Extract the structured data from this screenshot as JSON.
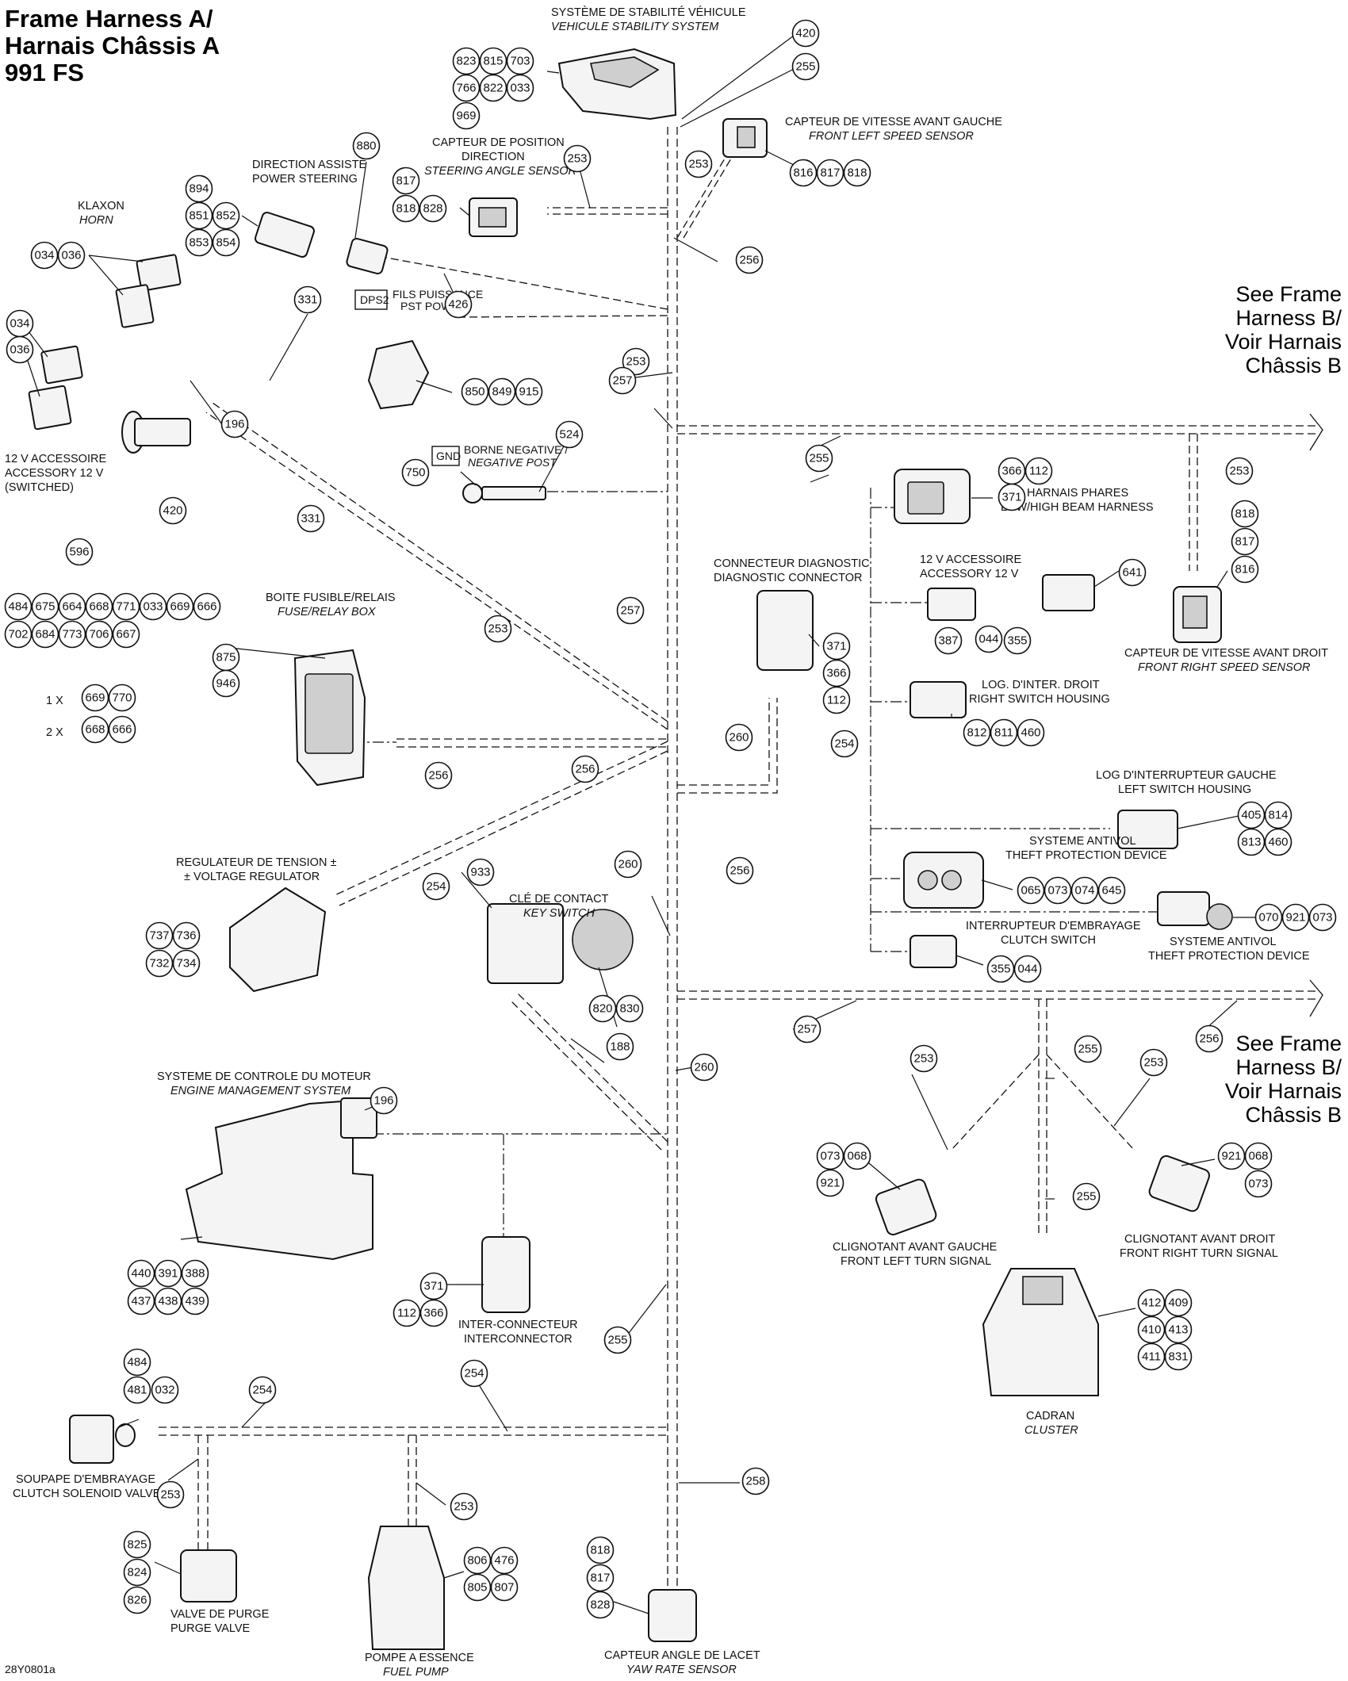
{
  "title": {
    "line1": "Frame Harness A/",
    "line2": "Harnais Châssis A",
    "line3": "991 FS"
  },
  "see_frame_b_top": [
    "See Frame",
    "Harness B/",
    "Voir Harnais",
    "Châssis B"
  ],
  "see_frame_b_bottom": [
    "See Frame",
    "Harness B/",
    "Voir Harnais",
    "Châssis B"
  ],
  "reference_code": "28Y0801a",
  "labels": {
    "vss_fr": "SYSTÈME DE STABILITÉ VÉHICULE",
    "vss_en": "VEHICULE STABILITY SYSTEM",
    "flss_fr": "CAPTEUR DE VITESSE AVANT GAUCHE",
    "flss_en": "FRONT LEFT SPEED SENSOR",
    "sas_fr1": "CAPTEUR DE POSITION",
    "sas_fr2": "DIRECTION",
    "sas_en": "STEERING ANGLE SENSOR",
    "ps_fr": "DIRECTION ASSISTÉ",
    "ps_en": "POWER STEERING",
    "horn_fr": "KLAXON",
    "horn_en": "HORN",
    "dps_box": "DPS2",
    "dps_fr": "FILS PUISSANCE",
    "dps_en": "PST POWER",
    "acc12_fr": "12 V ACCESSOIRE",
    "acc12_en1": "ACCESSORY 12 V",
    "acc12_en2": "(SWITCHED)",
    "gnd_box": "GND",
    "gnd_fr": "BORNE NEGATIVE /",
    "gnd_en": "NEGATIVE POST",
    "lowhigh_fr": "HARNAIS PHARES",
    "lowhigh_en": "LOW/HIGH BEAM HARNESS",
    "diag_fr": "CONNECTEUR DIAGNOSTIC",
    "diag_en": "DIAGNOSTIC CONNECTOR",
    "acc12b_fr": "12 V ACCESSOIRE",
    "acc12b_en": "ACCESSORY 12 V",
    "frss_fr": "CAPTEUR DE VITESSE AVANT DROIT",
    "frss_en": "FRONT RIGHT SPEED SENSOR",
    "fuse_fr": "BOITE FUSIBLE/RELAIS",
    "fuse_en": "FUSE/RELAY BOX",
    "rsh_fr": "LOG. D'INTER. DROIT",
    "rsh_en": "RIGHT SWITCH HOUSING",
    "lsh_fr": "LOG D'INTERRUPTEUR GAUCHE",
    "lsh_en": "LEFT SWITCH HOUSING",
    "theft1_fr": "SYSTEME ANTIVOL",
    "theft1_en": "THEFT PROTECTION DEVICE",
    "vreg_fr": "REGULATEUR DE TENSION ±",
    "vreg_en": "± VOLTAGE REGULATOR",
    "key_fr": "CLÉ DE CONTACT",
    "key_en": "KEY SWITCH",
    "clutch_fr": "INTERRUPTEUR D'EMBRAYAGE",
    "clutch_en": "CLUTCH SWITCH",
    "theft2_fr": "SYSTEME ANTIVOL",
    "theft2_en": "THEFT PROTECTION DEVICE",
    "ems_fr": "SYSTEME DE CONTROLE DU MOTEUR",
    "ems_en": "ENGINE MANAGEMENT SYSTEM",
    "inter_fr": "INTER-CONNECTEUR",
    "inter_en": "INTERCONNECTOR",
    "fl_turn_fr": "CLIGNOTANT AVANT GAUCHE",
    "fl_turn_en": "FRONT LEFT TURN SIGNAL",
    "fr_turn_fr": "CLIGNOTANT AVANT DROIT",
    "fr_turn_en": "FRONT RIGHT TURN SIGNAL",
    "cluster_fr": "CADRAN",
    "cluster_en": "CLUSTER",
    "csv_fr": "SOUPAPE D'EMBRAYAGE",
    "csv_en": "CLUTCH SOLENOID VALVE",
    "purge_fr": "VALVE DE PURGE",
    "purge_en": "PURGE VALVE",
    "fuel_fr": "POMPE A ESSENCE",
    "fuel_en": "FUEL PUMP",
    "yaw_fr": "CAPTEUR ANGLE DE LACET",
    "yaw_en": "YAW RATE SENSOR",
    "mult1": "1 X",
    "mult2": "2 X"
  },
  "balloons": {
    "b823": "823",
    "b815": "815",
    "b703": "703",
    "b766": "766",
    "b822": "822",
    "b033a": "033",
    "b969": "969",
    "b420a": "420",
    "b255a": "255",
    "b816a": "816",
    "b817a": "817",
    "b818a": "818",
    "b880": "880",
    "b253a": "253",
    "b253b": "253",
    "b817b": "817",
    "b818b": "818",
    "b828a": "828",
    "b894": "894",
    "b851": "851",
    "b852": "852",
    "b853": "853",
    "b854": "854",
    "b034a": "034",
    "b036a": "036",
    "b256a": "256",
    "b426": "426",
    "b034b": "034",
    "b036b": "036",
    "b331a": "331",
    "b253c": "253",
    "b850": "850",
    "b849": "849",
    "b915": "915",
    "b257a": "257",
    "b196a": "196",
    "b524": "524",
    "b750": "750",
    "b255b": "255",
    "b420b": "420",
    "b331b": "331",
    "b596": "596",
    "b366a": "366",
    "b112a": "112",
    "b371a": "371",
    "b253d": "253",
    "b818c": "818",
    "b817c": "817",
    "b816b": "816",
    "b641": "641",
    "b387": "387",
    "b044a": "044",
    "b355a": "355",
    "b484a": "484",
    "b675": "675",
    "b664": "664",
    "b668a": "668",
    "b771": "771",
    "b033b": "033",
    "b669a": "669",
    "b666a": "666",
    "b702": "702",
    "b684": "684",
    "b773": "773",
    "b706": "706",
    "b667": "667",
    "b253e": "253",
    "b257b": "257",
    "b371b": "371",
    "b366b": "366",
    "b112b": "112",
    "b875": "875",
    "b946": "946",
    "b669b": "669",
    "b770": "770",
    "b668b": "668",
    "b666b": "666",
    "b812": "812",
    "b811": "811",
    "b460a": "460",
    "b256b": "256",
    "b256c": "256",
    "b260a": "260",
    "b254a": "254",
    "b405": "405",
    "b814": "814",
    "b813": "813",
    "b460b": "460",
    "b065": "065",
    "b073a": "073",
    "b074": "074",
    "b645": "645",
    "b254b": "254",
    "b256d": "256",
    "b933": "933",
    "b260b": "260",
    "b070": "070",
    "b921a": "921",
    "b073b": "073",
    "b737": "737",
    "b736": "736",
    "b732": "732",
    "b734": "734",
    "b355b": "355",
    "b044b": "044",
    "b820": "820",
    "b830": "830",
    "b257c": "257",
    "b256e": "256",
    "b255c": "255",
    "b188": "188",
    "b260c": "260",
    "b253f": "253",
    "b253g": "253",
    "b196b": "196",
    "b073c": "073",
    "b068a": "068",
    "b921b": "921",
    "b921c": "921",
    "b068b": "068",
    "b073d": "073",
    "b255d": "255",
    "b440": "440",
    "b391": "391",
    "b388": "388",
    "b437": "437",
    "b438": "438",
    "b439": "439",
    "b371c": "371",
    "b112c": "112",
    "b366c": "366",
    "b412": "412",
    "b409": "409",
    "b410": "410",
    "b413": "413",
    "b411": "411",
    "b831": "831",
    "b255e": "255",
    "b484b": "484",
    "b481": "481",
    "b032": "032",
    "b254c": "254",
    "b254d": "254",
    "b253h": "253",
    "b258": "258",
    "b253i": "253",
    "b825": "825",
    "b824": "824",
    "b826": "826",
    "b806": "806",
    "b476": "476",
    "b805": "805",
    "b807": "807",
    "b818d": "818",
    "b817d": "817",
    "b828b": "828"
  }
}
